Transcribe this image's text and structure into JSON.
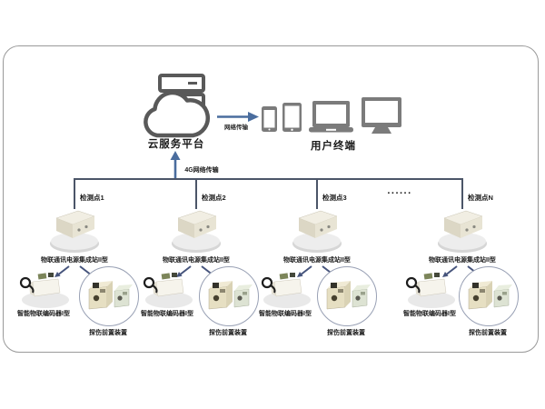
{
  "cloud": {
    "label": "云服务平台"
  },
  "transmission": {
    "label": "网络传输"
  },
  "terminals": {
    "label": "用户终端"
  },
  "uplink": {
    "label": "4G网络传输"
  },
  "ellipsis": "......",
  "nodes": [
    {
      "point": "检测点1",
      "station": "物联通讯电源集成站II型",
      "encoder": "智能物联编码器I型",
      "frontend": "探伤前置装置"
    },
    {
      "point": "检测点2",
      "station": "物联通讯电源集成站II型",
      "encoder": "智能物联编码器I型",
      "frontend": "探伤前置装置"
    },
    {
      "point": "检测点3",
      "station": "物联通讯电源集成站II型",
      "encoder": "智能物联编码器I型",
      "frontend": "探伤前置装置"
    },
    {
      "point": "检测点N",
      "station": "物联通讯电源集成站II型",
      "encoder": "智能物联编码器I型",
      "frontend": "探伤前置装置"
    }
  ],
  "colors": {
    "arrow_blue": "#4a6d9e",
    "bus_line": "#4b5568",
    "icon_gray": "#7b7b7b",
    "cloud_gray": "#595959",
    "station_beige": "#e8e4d4",
    "device_cream": "#e6dfc2",
    "device_sage": "#dde3d3"
  }
}
